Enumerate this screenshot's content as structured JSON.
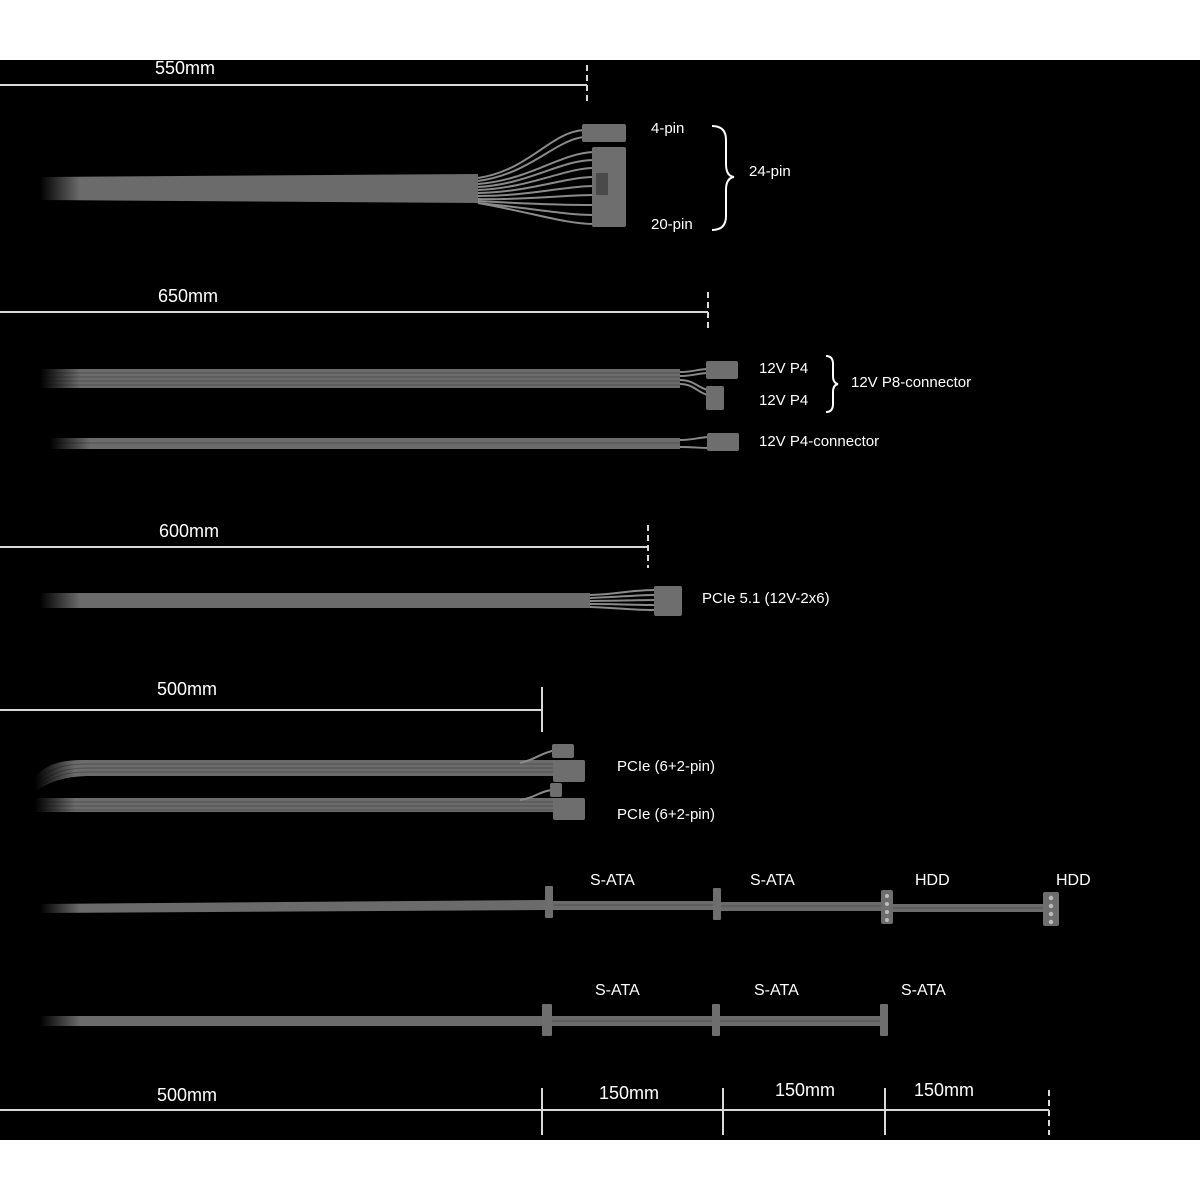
{
  "colors": {
    "background": "#000000",
    "cable": "#6b6b6b",
    "wire": "#8a8a8a",
    "connector": "#6e6e6e",
    "text": "#ffffff",
    "dimension_line": "#d9d9d9"
  },
  "groups": {
    "atx": {
      "length": "550mm",
      "label_4pin": "4-pin",
      "label_20pin": "20-pin",
      "label_24pin": "24-pin"
    },
    "cpu": {
      "length": "650mm",
      "p4_a": "12V P4",
      "p4_b": "12V P4",
      "p8": "12V P8-connector",
      "p4_single": "12V P4-connector"
    },
    "pcie51": {
      "length": "600mm",
      "label": "PCIe 5.1 (12V-2x6)"
    },
    "pcie62": {
      "length": "500mm",
      "label_a": "PCIe (6+2-pin)",
      "label_b": "PCIe (6+2-pin)"
    },
    "sata_hdd": {
      "labels": [
        "S-ATA",
        "S-ATA",
        "HDD",
        "HDD"
      ]
    },
    "sata3": {
      "labels": [
        "S-ATA",
        "S-ATA",
        "S-ATA"
      ]
    },
    "bottom_dims": {
      "segments": [
        "500mm",
        "150mm",
        "150mm",
        "150mm"
      ]
    }
  }
}
